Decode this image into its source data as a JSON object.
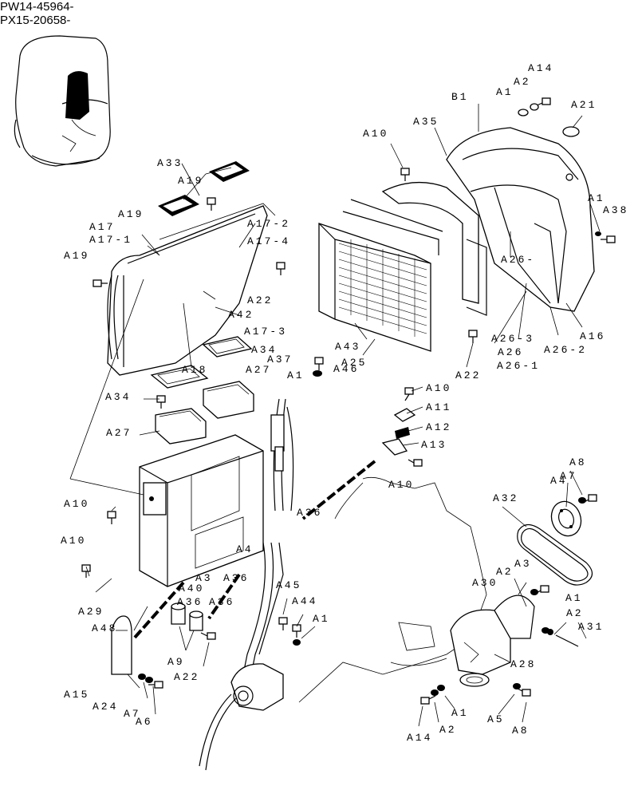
{
  "header": {
    "serial_line_1": "PW14-45964-",
    "serial_line_2": "PX15-20658-"
  },
  "callouts": [
    {
      "id": "a14_top",
      "text": "A14"
    },
    {
      "id": "a2_top",
      "text": "A2"
    },
    {
      "id": "a1_top",
      "text": "A1"
    },
    {
      "id": "b1",
      "text": "B1"
    },
    {
      "id": "a21",
      "text": "A21"
    },
    {
      "id": "a35",
      "text": "A35"
    },
    {
      "id": "a10_top",
      "text": "A10"
    },
    {
      "id": "a33",
      "text": "A33"
    },
    {
      "id": "a19_top",
      "text": "A19"
    },
    {
      "id": "a19_left",
      "text": "A19"
    },
    {
      "id": "a17",
      "text": "A17"
    },
    {
      "id": "a17_1",
      "text": "A17-1"
    },
    {
      "id": "a17_2",
      "text": "A17-2"
    },
    {
      "id": "a17_4",
      "text": "A17-4"
    },
    {
      "id": "a19_side",
      "text": "A19"
    },
    {
      "id": "a1_right",
      "text": "A1"
    },
    {
      "id": "a38",
      "text": "A38"
    },
    {
      "id": "a26_top",
      "text": "A26-"
    },
    {
      "id": "a22_mid",
      "text": "A22"
    },
    {
      "id": "a42",
      "text": "A42"
    },
    {
      "id": "a17_3",
      "text": "A17-3"
    },
    {
      "id": "a16",
      "text": "A16"
    },
    {
      "id": "a26_3",
      "text": "A26-3"
    },
    {
      "id": "a26",
      "text": "A26"
    },
    {
      "id": "a26_2",
      "text": "A26-2"
    },
    {
      "id": "a26_1",
      "text": "A26-1"
    },
    {
      "id": "a43",
      "text": "A43"
    },
    {
      "id": "a25",
      "text": "A25"
    },
    {
      "id": "a34_top",
      "text": "A34"
    },
    {
      "id": "a37",
      "text": "A37"
    },
    {
      "id": "a18",
      "text": "A18"
    },
    {
      "id": "a27_top",
      "text": "A27"
    },
    {
      "id": "a1_mid",
      "text": "A1"
    },
    {
      "id": "a46",
      "text": "A46"
    },
    {
      "id": "a22_right",
      "text": "A22"
    },
    {
      "id": "a10_right",
      "text": "A10"
    },
    {
      "id": "a11",
      "text": "A11"
    },
    {
      "id": "a12",
      "text": "A12"
    },
    {
      "id": "a13",
      "text": "A13"
    },
    {
      "id": "a34_left",
      "text": "A34"
    },
    {
      "id": "a27_left",
      "text": "A27"
    },
    {
      "id": "a10_mid",
      "text": "A10"
    },
    {
      "id": "a8_top",
      "text": "A8"
    },
    {
      "id": "a7_top",
      "text": "A7"
    },
    {
      "id": "a4_top",
      "text": "A4"
    },
    {
      "id": "a32",
      "text": "A32"
    },
    {
      "id": "a10_left",
      "text": "A10"
    },
    {
      "id": "a36_mid",
      "text": "A36"
    },
    {
      "id": "a10_left2",
      "text": "A10"
    },
    {
      "id": "a4_mid",
      "text": "A4"
    },
    {
      "id": "a3_right",
      "text": "A3"
    },
    {
      "id": "a2_right",
      "text": "A2"
    },
    {
      "id": "a30",
      "text": "A30"
    },
    {
      "id": "a3_mid",
      "text": "A3"
    },
    {
      "id": "a36_a",
      "text": "A36"
    },
    {
      "id": "a40",
      "text": "A40"
    },
    {
      "id": "a29",
      "text": "A29"
    },
    {
      "id": "a45",
      "text": "A45"
    },
    {
      "id": "a44",
      "text": "A44"
    },
    {
      "id": "a1_right2",
      "text": "A1"
    },
    {
      "id": "a2_right2",
      "text": "A2"
    },
    {
      "id": "a31",
      "text": "A31"
    },
    {
      "id": "a36_b",
      "text": "A36"
    },
    {
      "id": "a36_c",
      "text": "A36"
    },
    {
      "id": "a48",
      "text": "A48"
    },
    {
      "id": "a1_low",
      "text": "A1"
    },
    {
      "id": "a28",
      "text": "A28"
    },
    {
      "id": "a9",
      "text": "A9"
    },
    {
      "id": "a22_low",
      "text": "A22"
    },
    {
      "id": "a15",
      "text": "A15"
    },
    {
      "id": "a24",
      "text": "A24"
    },
    {
      "id": "a7_low",
      "text": "A7"
    },
    {
      "id": "a6",
      "text": "A6"
    },
    {
      "id": "a1_bottom",
      "text": "A1"
    },
    {
      "id": "a5",
      "text": "A5"
    },
    {
      "id": "a8_bottom",
      "text": "A8"
    },
    {
      "id": "a14_bottom",
      "text": "A14"
    },
    {
      "id": "a2_bottom",
      "text": "A2"
    }
  ]
}
